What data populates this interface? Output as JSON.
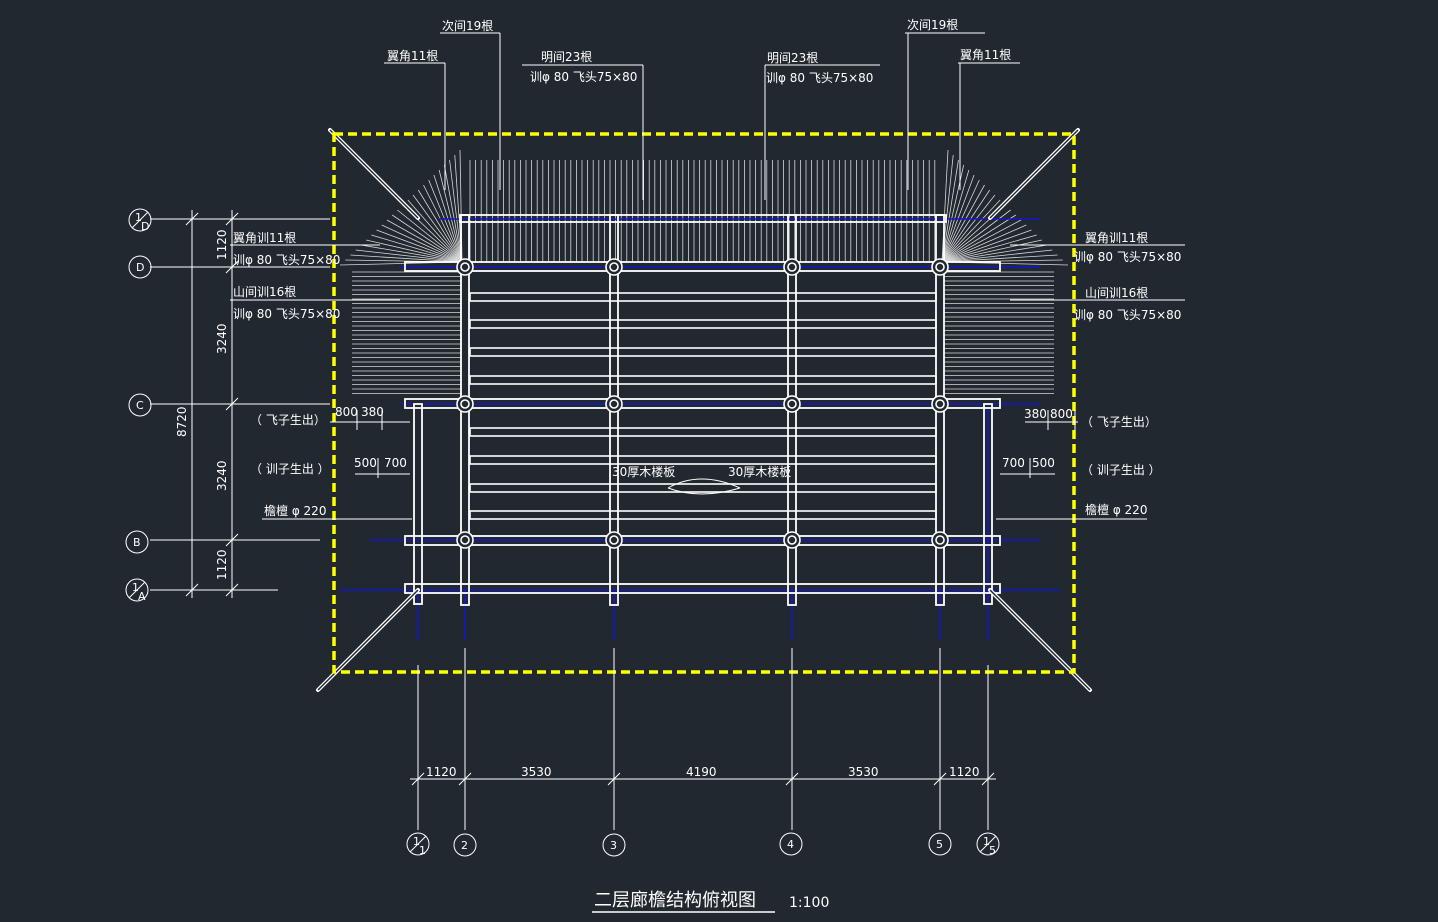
{
  "title": "二层廊檐结构俯视图",
  "scale": "1:100",
  "colors": {
    "background": "#212830",
    "boundary": "#ffff00",
    "structure": "#ffffff",
    "centerline": "#1010d0"
  },
  "top_labels": {
    "ci_left": "次间19根",
    "yi_left": "翼角11根",
    "ming_left_1": "明间23根",
    "ming_left_2": "训φ 80 飞头75×80",
    "ming_right_1": "明间23根",
    "ming_right_2": "训φ 80 飞头75×80",
    "ci_right": "次间19根",
    "yi_right": "翼角11根"
  },
  "left_labels": {
    "yi_1": "翼角训11根",
    "yi_2": "训φ 80  飞头75×80",
    "shan_1": "山间训16根",
    "shan_2": "训φ 80  飞头75×80",
    "feizi": "（ 飞子生出）",
    "xunzi": "（ 训子生出 ）",
    "yantan": "檐檀 φ 220",
    "d800": "800",
    "d380": "380",
    "d500": "500",
    "d700": "700"
  },
  "right_labels": {
    "yi_1": "翼角训11根",
    "yi_2": "训φ 80 飞头75×80",
    "shan_1": "山间训16根",
    "shan_2": "训φ 80 飞头75×80",
    "feizi": "（ 飞子生出）",
    "xunzi": "（ 训子生出 ）",
    "yantan": "檐檀 φ 220",
    "d380": "380",
    "d800": "800",
    "d700": "700",
    "d500": "500"
  },
  "center_labels": {
    "left": "30厚木楼板",
    "right": "30厚木楼板"
  },
  "vertical_dims": {
    "d1": "1120",
    "d2": "3240",
    "d3": "3240",
    "d4": "1120",
    "total": "8720"
  },
  "horizontal_dims": [
    "1120",
    "3530",
    "4190",
    "3530",
    "1120"
  ],
  "row_axes": {
    "D1": [
      "1",
      "D"
    ],
    "D": "D",
    "C": "C",
    "B": "B",
    "A1": [
      "1",
      "A"
    ]
  },
  "col_axes": {
    "c1": [
      "1",
      "1"
    ],
    "c2": "2",
    "c3": "3",
    "c4": "4",
    "c5": "5",
    "c6": [
      "1",
      "5"
    ]
  }
}
